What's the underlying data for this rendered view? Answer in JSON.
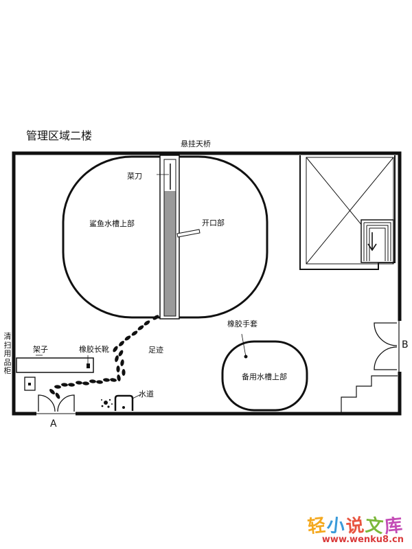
{
  "title": "管理区域二楼",
  "labels": {
    "bridge": "悬挂天桥",
    "knife": "菜刀",
    "shark_tank": "鲨鱼水槽上部",
    "opening": "开口部",
    "gloves": "橡胶手套",
    "spare_tank": "备用水槽上部",
    "footprints": "足迹",
    "boots": "橡胶长靴",
    "shelf": "架子",
    "cleaning_cabinet": "清扫用品柜",
    "drain": "水道",
    "door_a": "A",
    "door_b": "B"
  },
  "watermark": {
    "title_chars": [
      "轻",
      "小",
      "说",
      "文",
      "库"
    ],
    "url": "www.wenku8.cn"
  },
  "colors": {
    "line": "#111111",
    "wm_1": "#f4a81d",
    "wm_2": "#3a9ad9",
    "wm_3": "#e8543f",
    "wm_4": "#7bb83a",
    "wm_5": "#c34bb5"
  }
}
